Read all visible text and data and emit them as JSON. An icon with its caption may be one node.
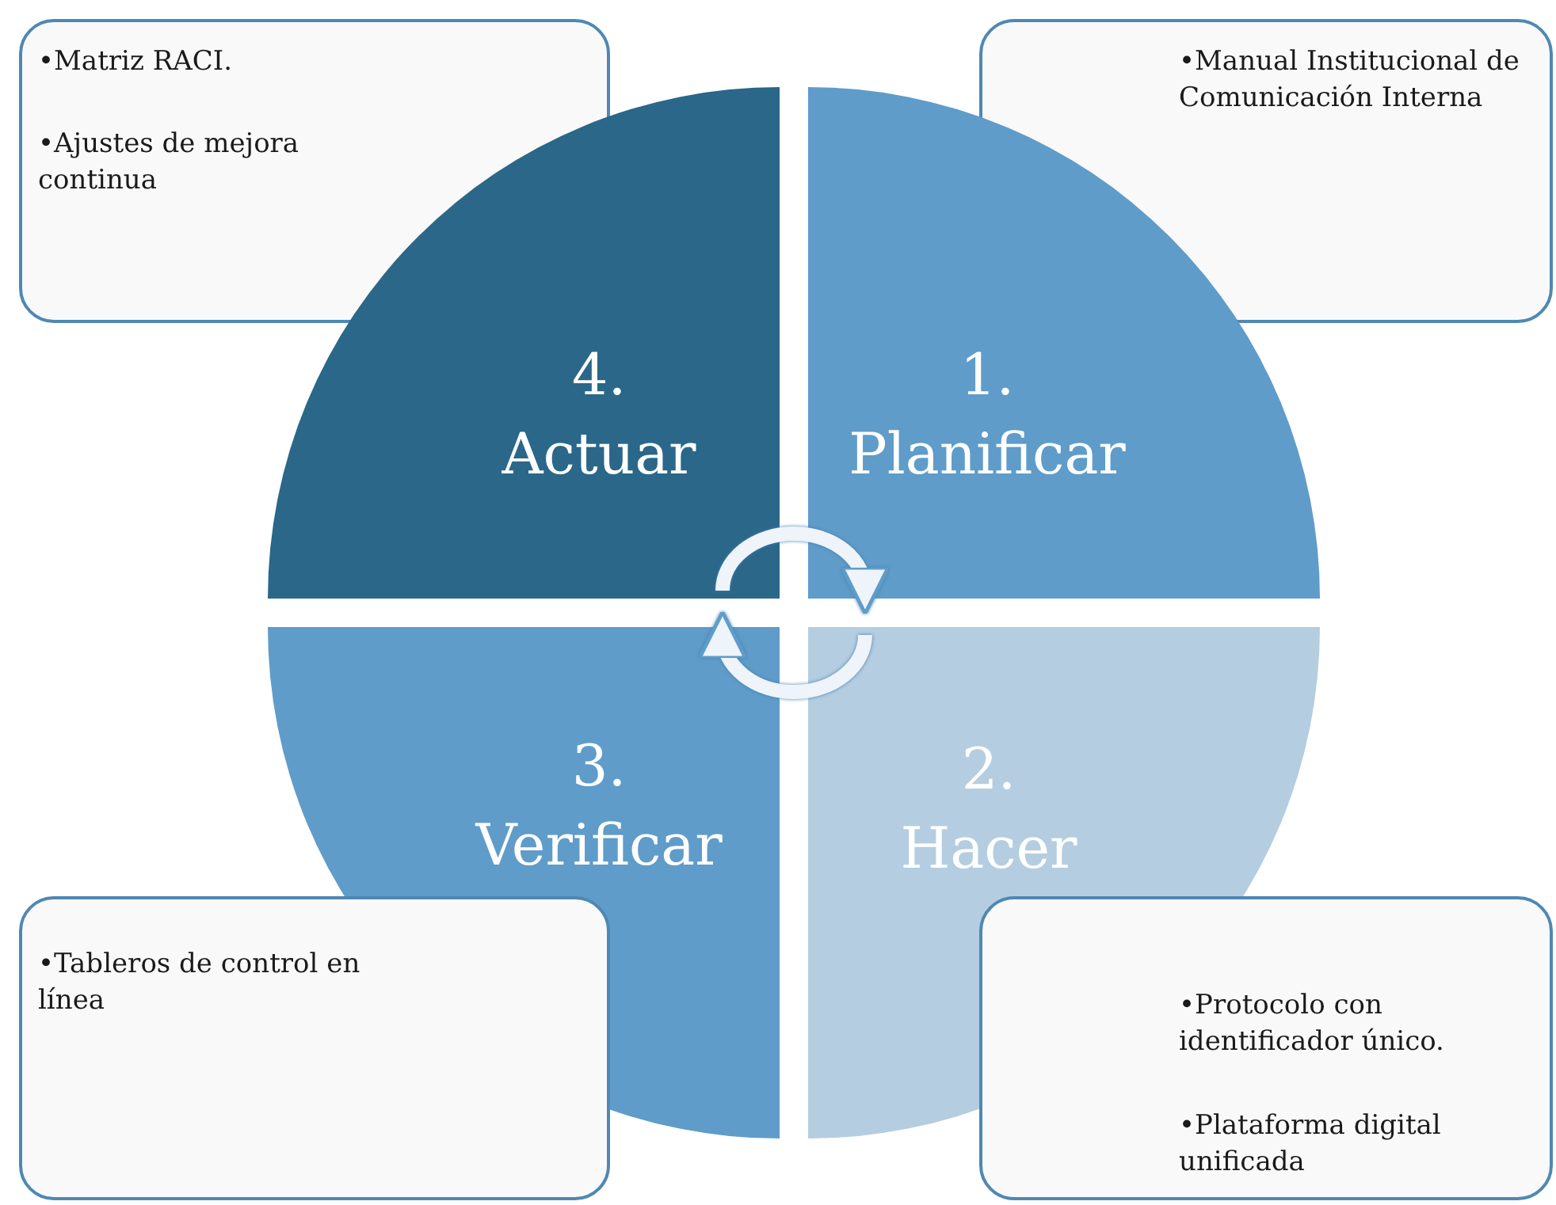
{
  "diagram": {
    "nodes": [
      {
        "text": [
          "•Matriz RACI.",
          "•Ajustes de mejora continua"
        ]
      },
      {
        "text": [
          "•Manual Institucional de Comunicación Interna"
        ]
      },
      {
        "text": [
          "4. Actuar"
        ]
      },
      {
        "text": [
          "1. Planificar"
        ]
      },
      {
        "text": [
          "3. Verificar"
        ]
      },
      {
        "text": [
          "2. Hacer"
        ]
      },
      {
        "text": [
          "•Tableros de control en línea"
        ]
      },
      {
        "text": [
          "•Protocolo con identificador único.",
          "•Plataforma digital unificada"
        ]
      }
    ],
    "edges": [
      {
        "from": 2,
        "to": 3,
        "arrow": "to"
      },
      {
        "from": 5,
        "to": 4,
        "arrow": "to"
      }
    ]
  }
}
